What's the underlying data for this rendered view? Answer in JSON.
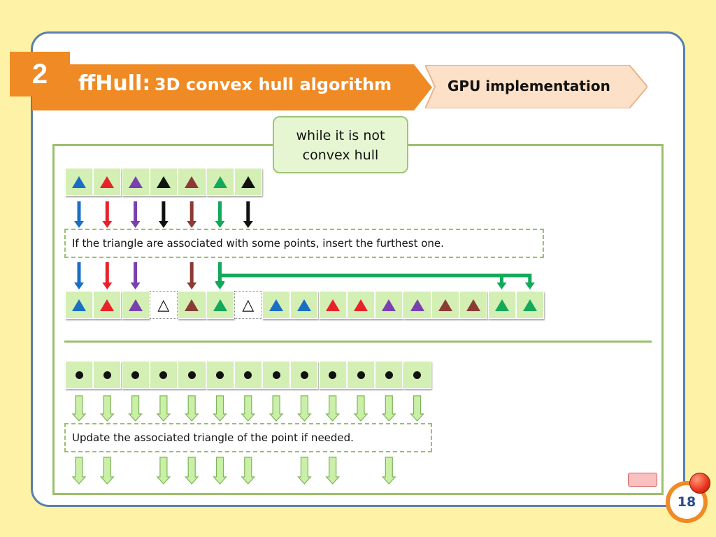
{
  "slide": {
    "section_number": "2",
    "title_bold": "ffHull:",
    "title_rest": "3D convex hull algorithm",
    "subtitle": "GPU implementation",
    "page_number": "18"
  },
  "while_note": [
    "while it is not",
    "convex hull"
  ],
  "instruction_1": "If the triangle are associated with some points, insert the furthest one.",
  "instruction_2": "Update the associated triangle of the point if needed.",
  "colors": {
    "blue": "#1a6fc4",
    "red": "#e8222a",
    "purple": "#7a3fb0",
    "black": "#111111",
    "brown": "#8b3a35",
    "green": "#14a85a",
    "orange": "#f08a24",
    "cell_green": "#d3efb4",
    "arrow_light": "#c9f0a6"
  },
  "row1_triangles": [
    "blue",
    "red",
    "purple",
    "black",
    "brown",
    "green",
    "black"
  ],
  "row2_triangles": [
    "blue",
    "red",
    "purple",
    "empty",
    "brown",
    "green",
    "empty",
    "blue",
    "blue",
    "red",
    "red",
    "purple",
    "purple",
    "brown",
    "brown",
    "green",
    "green"
  ],
  "row3_points_count": 13,
  "row1_arrow_colors": [
    "blue",
    "red",
    "purple",
    "black",
    "brown",
    "green",
    "black"
  ],
  "row2_arrow_colors": [
    "blue",
    "red",
    "purple",
    null,
    "brown",
    "green",
    null
  ],
  "bottom_arrow_present": [
    true,
    true,
    false,
    true,
    true,
    true,
    true,
    false,
    true,
    true,
    false,
    true,
    false
  ]
}
